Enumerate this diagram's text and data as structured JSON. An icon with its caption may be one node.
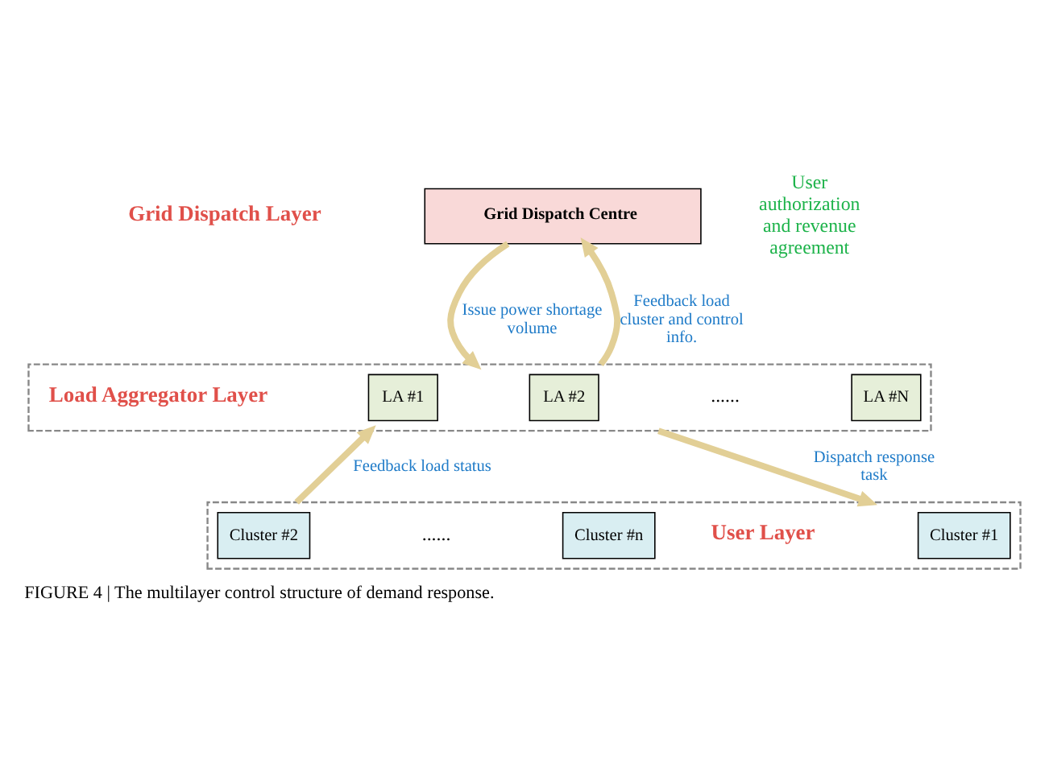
{
  "diagram": {
    "caption": "FIGURE 4 | The multilayer control structure of demand response.",
    "nodes": [
      {
        "text": [
          "Grid Dispatch Centre"
        ]
      },
      {
        "text": [
          "Load Aggregator Layer"
        ]
      },
      {
        "text": [
          "LA #1"
        ],
        "in": 1
      },
      {
        "text": [
          "LA #2"
        ],
        "in": 1
      },
      {
        "text": [
          "LA #N"
        ],
        "in": 1
      },
      {
        "text": [
          "User Layer"
        ]
      },
      {
        "text": [
          "Cluster #1"
        ],
        "in": 5
      },
      {
        "text": [
          "Cluster #2"
        ],
        "in": 5
      },
      {
        "text": [
          "Cluster #n"
        ],
        "in": 5
      }
    ],
    "edges": [
      {
        "from": 0,
        "to": 1,
        "arrow": "to",
        "label": "Issue power shortage volume"
      },
      {
        "from": 1,
        "to": 0,
        "arrow": "to",
        "label": "Feedback load cluster and control info."
      },
      {
        "from": 1,
        "to": 5,
        "arrow": "to",
        "label": "Dispatch response task"
      },
      {
        "from": 5,
        "to": 1,
        "arrow": "to",
        "label": "Feedback load status"
      }
    ],
    "labels": [
      "Grid Dispatch Layer",
      "......",
      "......",
      "User authorization and revenue agreement"
    ]
  }
}
